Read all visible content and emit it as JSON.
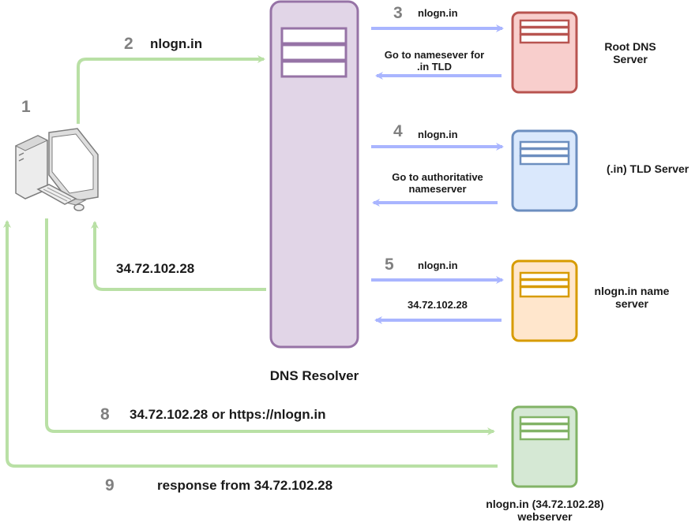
{
  "colors": {
    "green_arrow": "#b9e0a5",
    "blue_arrow": "#a9b5ff",
    "resolver_fill": "#e1d5e7",
    "resolver_stroke": "#9673a6",
    "root_fill": "#f8cecc",
    "root_stroke": "#b85450",
    "tld_fill": "#dae8fc",
    "tld_stroke": "#6c8ebf",
    "ns_fill": "#ffe6cc",
    "ns_stroke": "#d79b00",
    "web_fill": "#d5e8d4",
    "web_stroke": "#82b366",
    "step_number": "#808080"
  },
  "steps": {
    "s1": "1",
    "s2": "2",
    "s3": "3",
    "s4": "4",
    "s5": "5",
    "s8": "8",
    "s9": "9"
  },
  "labels": {
    "query_resolver": "nlogn.in",
    "answer_client": "34.72.102.28",
    "resolver_name": "DNS Resolver",
    "root_query": "nlogn.in",
    "root_reply_line1": "Go to namesever for",
    "root_reply_line2": ".in TLD",
    "tld_query": "nlogn.in",
    "tld_reply_line1": "Go to authoritative",
    "tld_reply_line2": "nameserver",
    "ns_query": "nlogn.in",
    "ns_reply": "34.72.102.28",
    "web_request": "34.72.102.28 or https://nlogn.in",
    "web_response": "response from 34.72.102.28"
  },
  "servers": {
    "root_line1": "Root DNS",
    "root_line2": "Server",
    "tld": "(.in) TLD Server",
    "ns_line1": "nlogn.in name",
    "ns_line2": "server",
    "web_line1": "nlogn.in (34.72.102.28)",
    "web_line2": "webserver"
  },
  "icons": {
    "client": "desktop-computer-icon",
    "resolver": "server-rack-icon",
    "servers": "server-icon"
  }
}
